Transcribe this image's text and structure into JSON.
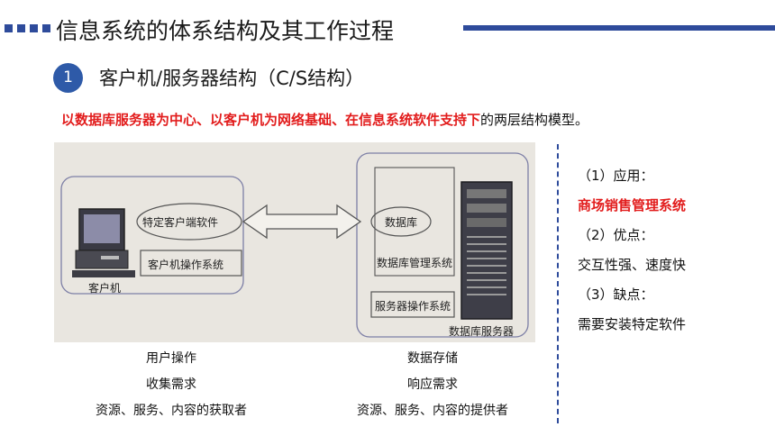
{
  "header": {
    "title": "信息系统的体系结构及其工作过程"
  },
  "section": {
    "number": "1",
    "title": "客户机/服务器结构（C/S结构）"
  },
  "intro": {
    "highlight": "以数据库服务器为中心、以客户机为网络基础、在信息系统软件支持下",
    "rest": "的两层结构模型。"
  },
  "diagram": {
    "client_software": "特定客户端软件",
    "client_os": "客户机操作系统",
    "client_label": "客户机",
    "database": "数据库",
    "dbms": "数据库管理系统",
    "server_os": "服务器操作系统",
    "server_label": "数据库服务器"
  },
  "client_col": {
    "line1": "用户操作",
    "line2": "收集需求",
    "line3": "资源、服务、内容的获取者"
  },
  "server_col": {
    "line1": "数据存储",
    "line2": "响应需求",
    "line3": "资源、服务、内容的提供者"
  },
  "notes": {
    "app_label": "（1）应用：",
    "app_value": "商场销售管理系统",
    "pros_label": "（2）优点：",
    "pros_value": "交互性强、速度快",
    "cons_label": "（3）缺点：",
    "cons_value": "需要安装特定软件"
  },
  "colors": {
    "accent_blue": "#2e4b9b",
    "highlight_red": "#e21c1c"
  }
}
